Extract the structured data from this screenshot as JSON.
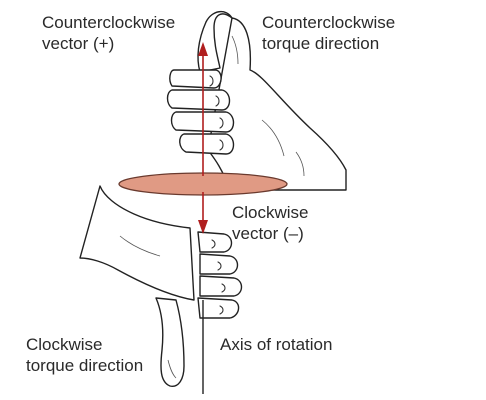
{
  "labels": {
    "ccw_vector": [
      "Counterclockwise",
      "vector (+)"
    ],
    "ccw_torque": [
      "Counterclockwise",
      "torque direction"
    ],
    "cw_vector": [
      "Clockwise",
      "vector (–)"
    ],
    "cw_torque": [
      "Clockwise",
      "torque direction"
    ],
    "axis": "Axis of rotation"
  },
  "colors": {
    "vector_arrow": "#b01e1e",
    "disc_fill": "#e09a84",
    "disc_stroke": "#6a3a2e",
    "axis_line": "#222222"
  }
}
